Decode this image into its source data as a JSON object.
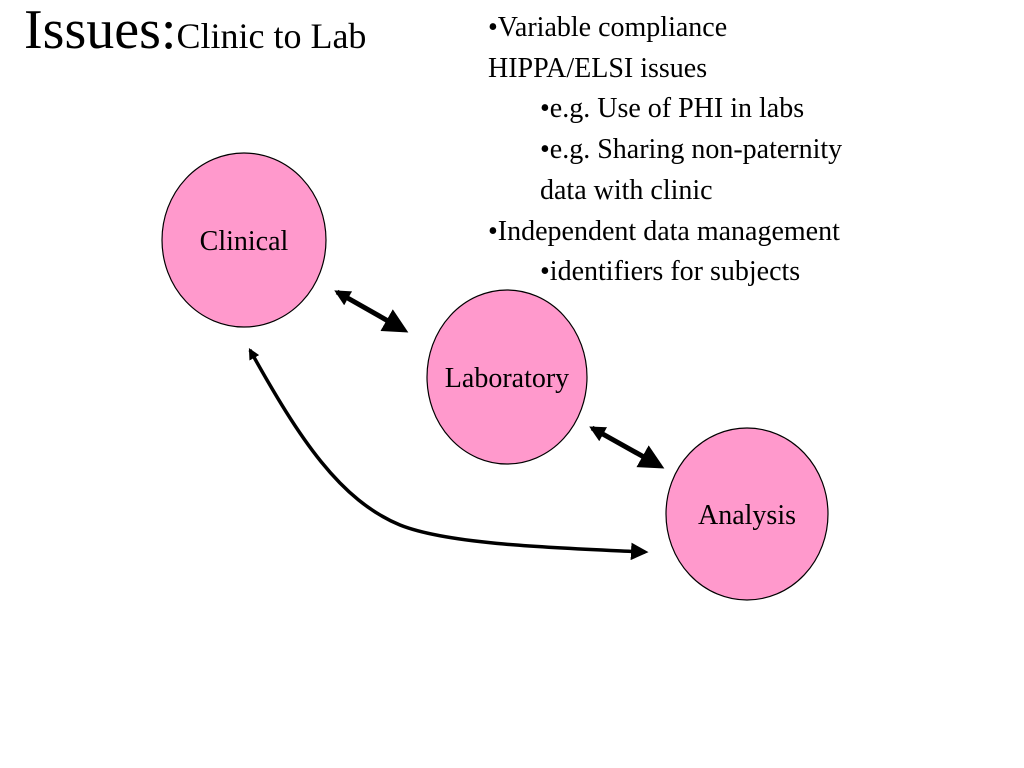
{
  "title": {
    "main": "Issues:",
    "sub": "Clinic to Lab"
  },
  "bullets": [
    {
      "level": 1,
      "lines": [
        "•Variable compliance",
        "HIPPA/ELSI issues"
      ]
    },
    {
      "level": 2,
      "lines": [
        "•e.g. Use of PHI in labs"
      ]
    },
    {
      "level": 2,
      "lines": [
        "•e.g. Sharing non-paternity",
        "data with clinic"
      ]
    },
    {
      "level": 1,
      "lines": [
        "•Independent data management"
      ]
    },
    {
      "level": 2,
      "lines": [
        "•identifiers for subjects"
      ]
    }
  ],
  "nodes": {
    "clinical": {
      "label": "Clinical"
    },
    "laboratory": {
      "label": "Laboratory"
    },
    "analysis": {
      "label": "Analysis"
    }
  },
  "colors": {
    "node_fill": "#ff99cc",
    "node_stroke": "#000000",
    "arrow": "#000000"
  }
}
